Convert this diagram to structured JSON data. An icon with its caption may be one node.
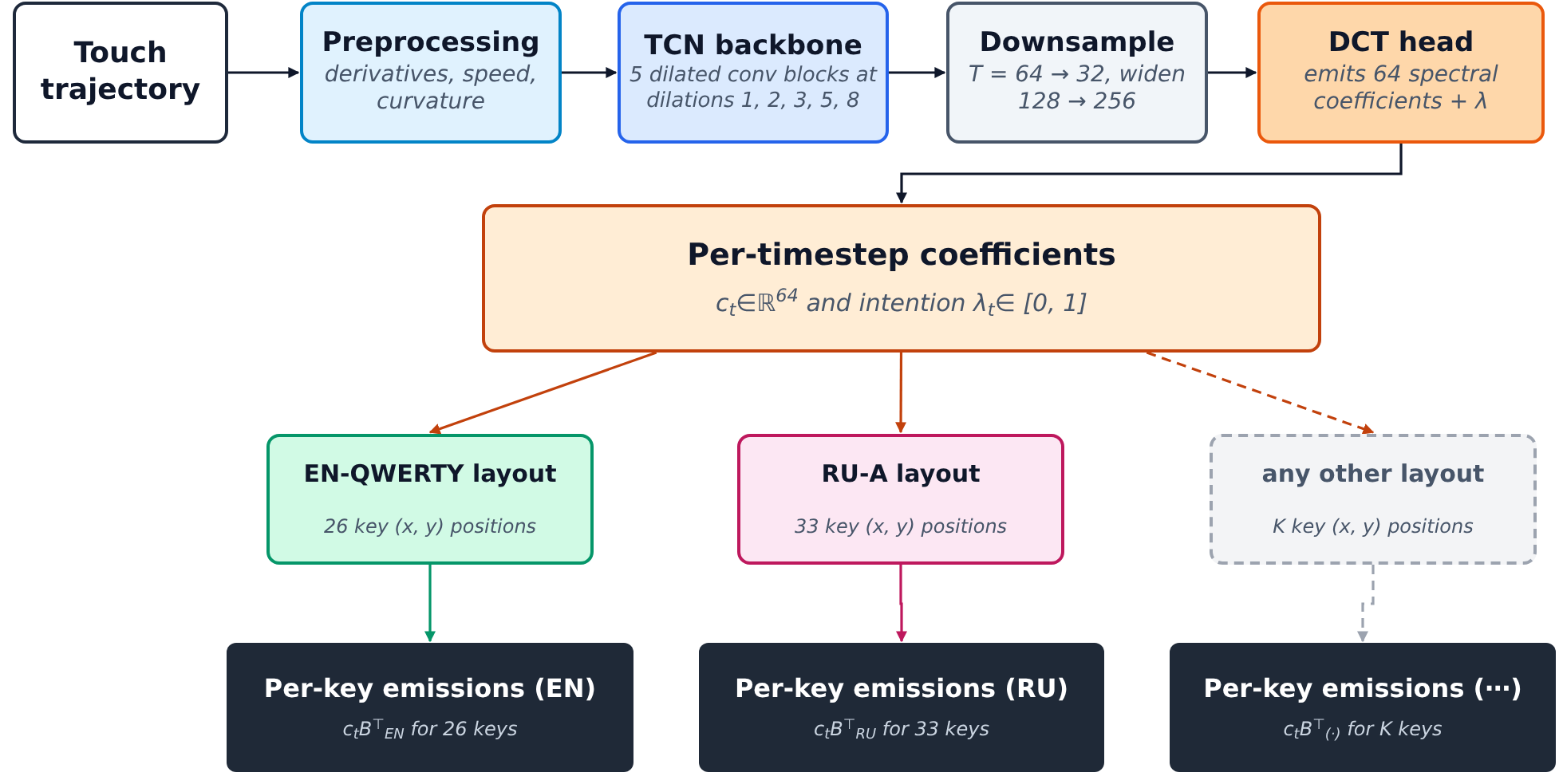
{
  "diagram": {
    "nodes": [
      {
        "text": [
          "Touch trajectory"
        ]
      },
      {
        "text": [
          "Preprocessing",
          "derivatives, speed, curvature"
        ]
      },
      {
        "text": [
          "TCN backbone",
          "5 dilated conv blocks at dilations 1, 2, 3, 5, 8"
        ]
      },
      {
        "text": [
          "Downsample",
          "T = 64 → 32, widen 128 → 256"
        ]
      },
      {
        "text": [
          "DCT head",
          "emits 64 spectral coefficients + λ"
        ]
      },
      {
        "text": [
          "Per-timestep coefficients",
          "*c*$_{t}$∈ℝ$^{64}$  *and intention  λ*$_{t}$∈ *[0, 1]*"
        ]
      },
      {
        "text": [
          "EN-QWERTY layout",
          "26 key (x, y) positions"
        ]
      },
      {
        "text": [
          "RU-A layout",
          "33 key (x, y) positions"
        ]
      },
      {
        "text": [
          "any other layout",
          "K key (x, y) positions"
        ]
      },
      {
        "text": [
          "Per-key emissions  (EN)",
          "*c*$_{t}$*B*$^{⊤}$$_{EN}$  *for 26 keys*"
        ]
      },
      {
        "text": [
          "Per-key emissions  (RU)",
          "*c*$_{t}$*B*$^{⊤}$$_{RU}$  *for 33 keys*"
        ]
      },
      {
        "text": [
          "Per-key emissions  (⋯)",
          "*c*$_{t}$*B*$^{⊤}$$_{(·)}$  *for K keys*"
        ]
      }
    ],
    "edges": [
      {
        "from": 0,
        "to": 1,
        "arrow": "to"
      },
      {
        "from": 1,
        "to": 2,
        "arrow": "to"
      },
      {
        "from": 2,
        "to": 3,
        "arrow": "to"
      },
      {
        "from": 3,
        "to": 4,
        "arrow": "to"
      },
      {
        "from": 4,
        "to": 5,
        "arrow": "to"
      },
      {
        "from": 5,
        "to": 6,
        "arrow": "to",
        "color": "#c2410c"
      },
      {
        "from": 5,
        "to": 7,
        "arrow": "to",
        "color": "#c2410c"
      },
      {
        "from": 5,
        "to": 8,
        "arrow": "to",
        "style": "dashed",
        "color": "#c2410c"
      },
      {
        "from": 6,
        "to": 9,
        "arrow": "to",
        "color": "#059669"
      },
      {
        "from": 7,
        "to": 10,
        "arrow": "to",
        "color": "#be185d"
      },
      {
        "from": 8,
        "to": 11,
        "arrow": "to",
        "style": "dashed",
        "color": "#9ca3af"
      }
    ]
  }
}
